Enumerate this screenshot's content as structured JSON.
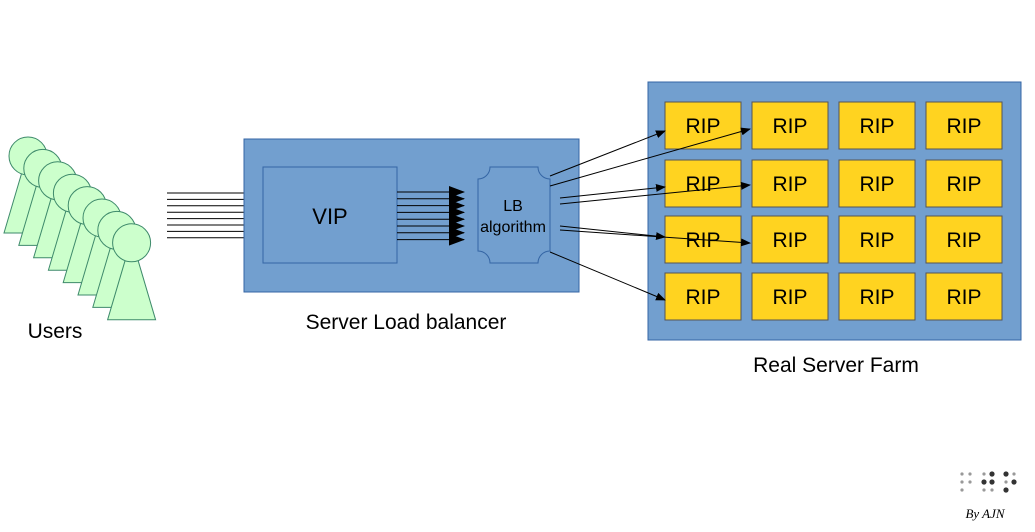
{
  "users": {
    "label": "Users",
    "figure_count": 8
  },
  "load_balancer": {
    "label": "Server Load balancer",
    "vip_label": "VIP",
    "lb_line1": "LB",
    "lb_line2": "algorithm"
  },
  "server_farm": {
    "label": "Real Server Farm",
    "grid_rows": 4,
    "grid_cols": 4,
    "server_label": "RIP"
  },
  "signature": {
    "text": "By AJN"
  },
  "colors": {
    "user_fill": "#ccffcc",
    "user_stroke": "#3e8a6b",
    "box_blue": "#729fcf",
    "box_stroke": "#3465a4",
    "rip_fill": "#ffd320",
    "line": "#000000"
  }
}
